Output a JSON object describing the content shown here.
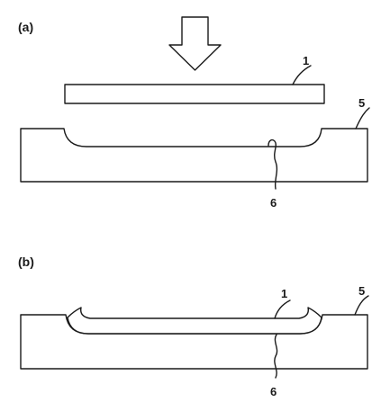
{
  "figure": {
    "panels": [
      {
        "label": "(a)",
        "callouts": {
          "plate": "1",
          "mold": "5",
          "cavity": "6"
        }
      },
      {
        "label": "(b)",
        "callouts": {
          "plate": "1",
          "mold": "5",
          "cavity": "6"
        }
      }
    ]
  },
  "colors": {
    "line": "#1a1a1a",
    "background": "#ffffff"
  }
}
